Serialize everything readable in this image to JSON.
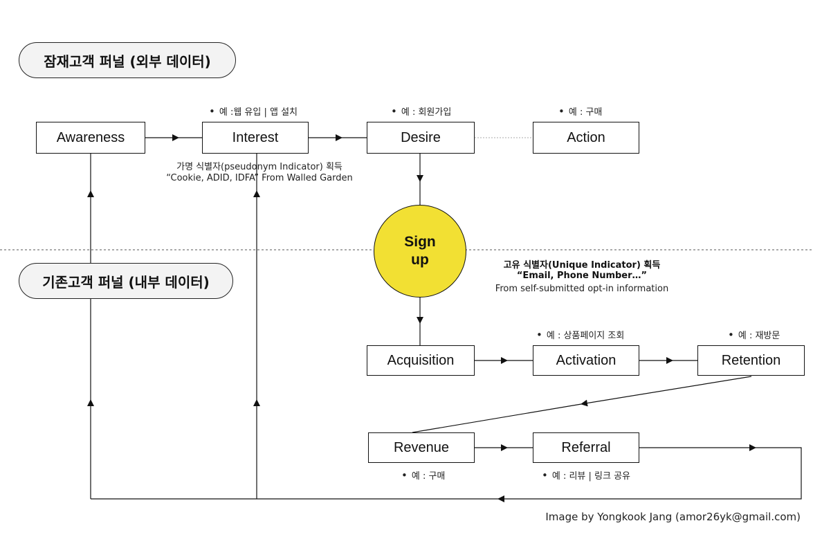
{
  "funnels": {
    "external_label": "잠재고객 퍼널 (외부 데이터)",
    "internal_label": "기존고객 퍼널 (내부 데이터)"
  },
  "stages": {
    "awareness": "Awareness",
    "interest": "Interest",
    "desire": "Desire",
    "action": "Action",
    "signup_line1": "Sign",
    "signup_line2": "up",
    "acquisition": "Acquisition",
    "activation": "Activation",
    "retention": "Retention",
    "revenue": "Revenue",
    "referral": "Referral"
  },
  "notes": {
    "interest": "예 :웹 유입 | 앱 설치",
    "desire": "예 : 회원가입",
    "action": "예 : 구매",
    "activation": "예 : 상품페이지 조회",
    "retention": "예 : 재방문",
    "revenue": "예 : 구매",
    "referral": "예 : 리뷰 | 링크 공유"
  },
  "identifiers": {
    "pseudonym_line1": "가명 식별자(pseudonym Indicator) 획득",
    "pseudonym_line2": "“Cookie, ADID, IDFA” From Walled Garden",
    "unique_line1": "고유 식별자(Unique Indicator) 획득",
    "unique_line2": "“Email, Phone Number…”",
    "unique_line3": "From self-submitted opt-in information"
  },
  "credit": "Image by Yongkook Jang (amor26yk@gmail.com)",
  "colors": {
    "signup_fill": "#f2e033",
    "line": "#111111",
    "pill_fill": "#f3f3f3",
    "dashed": "#555555",
    "dotted": "#bbbbbb"
  }
}
